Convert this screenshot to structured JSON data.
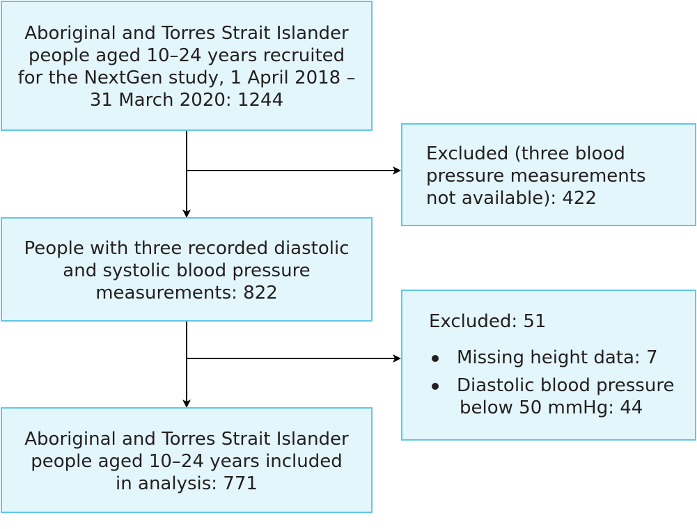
{
  "flow": {
    "box1": {
      "lines": [
        "Aboriginal and Torres Strait Islander",
        "people aged 10–24 years recruited",
        "for the NextGen study, 1 April 2018 –",
        "31 March 2020: 1244"
      ]
    },
    "excluded1": {
      "lines": [
        "Excluded (three blood",
        "pressure measurements",
        "not available): 422"
      ]
    },
    "box2": {
      "lines": [
        "People with three recorded diastolic",
        "and systolic blood pressure",
        "measurements: 822"
      ]
    },
    "excluded2": {
      "title": "Excluded: 51",
      "items": [
        {
          "lines": [
            "Missing height data: 7"
          ]
        },
        {
          "lines": [
            "Diastolic blood pressure",
            "below 50 mmHg: 44"
          ]
        }
      ]
    },
    "box3": {
      "lines": [
        "Aboriginal and Torres Strait Islander",
        "people aged 10–24 years included",
        "in analysis: 771"
      ]
    }
  },
  "colors": {
    "box_fill": "#e3f6fc",
    "box_border": "#5fc8e6",
    "text": "#231f20",
    "arrow": "#000000"
  }
}
